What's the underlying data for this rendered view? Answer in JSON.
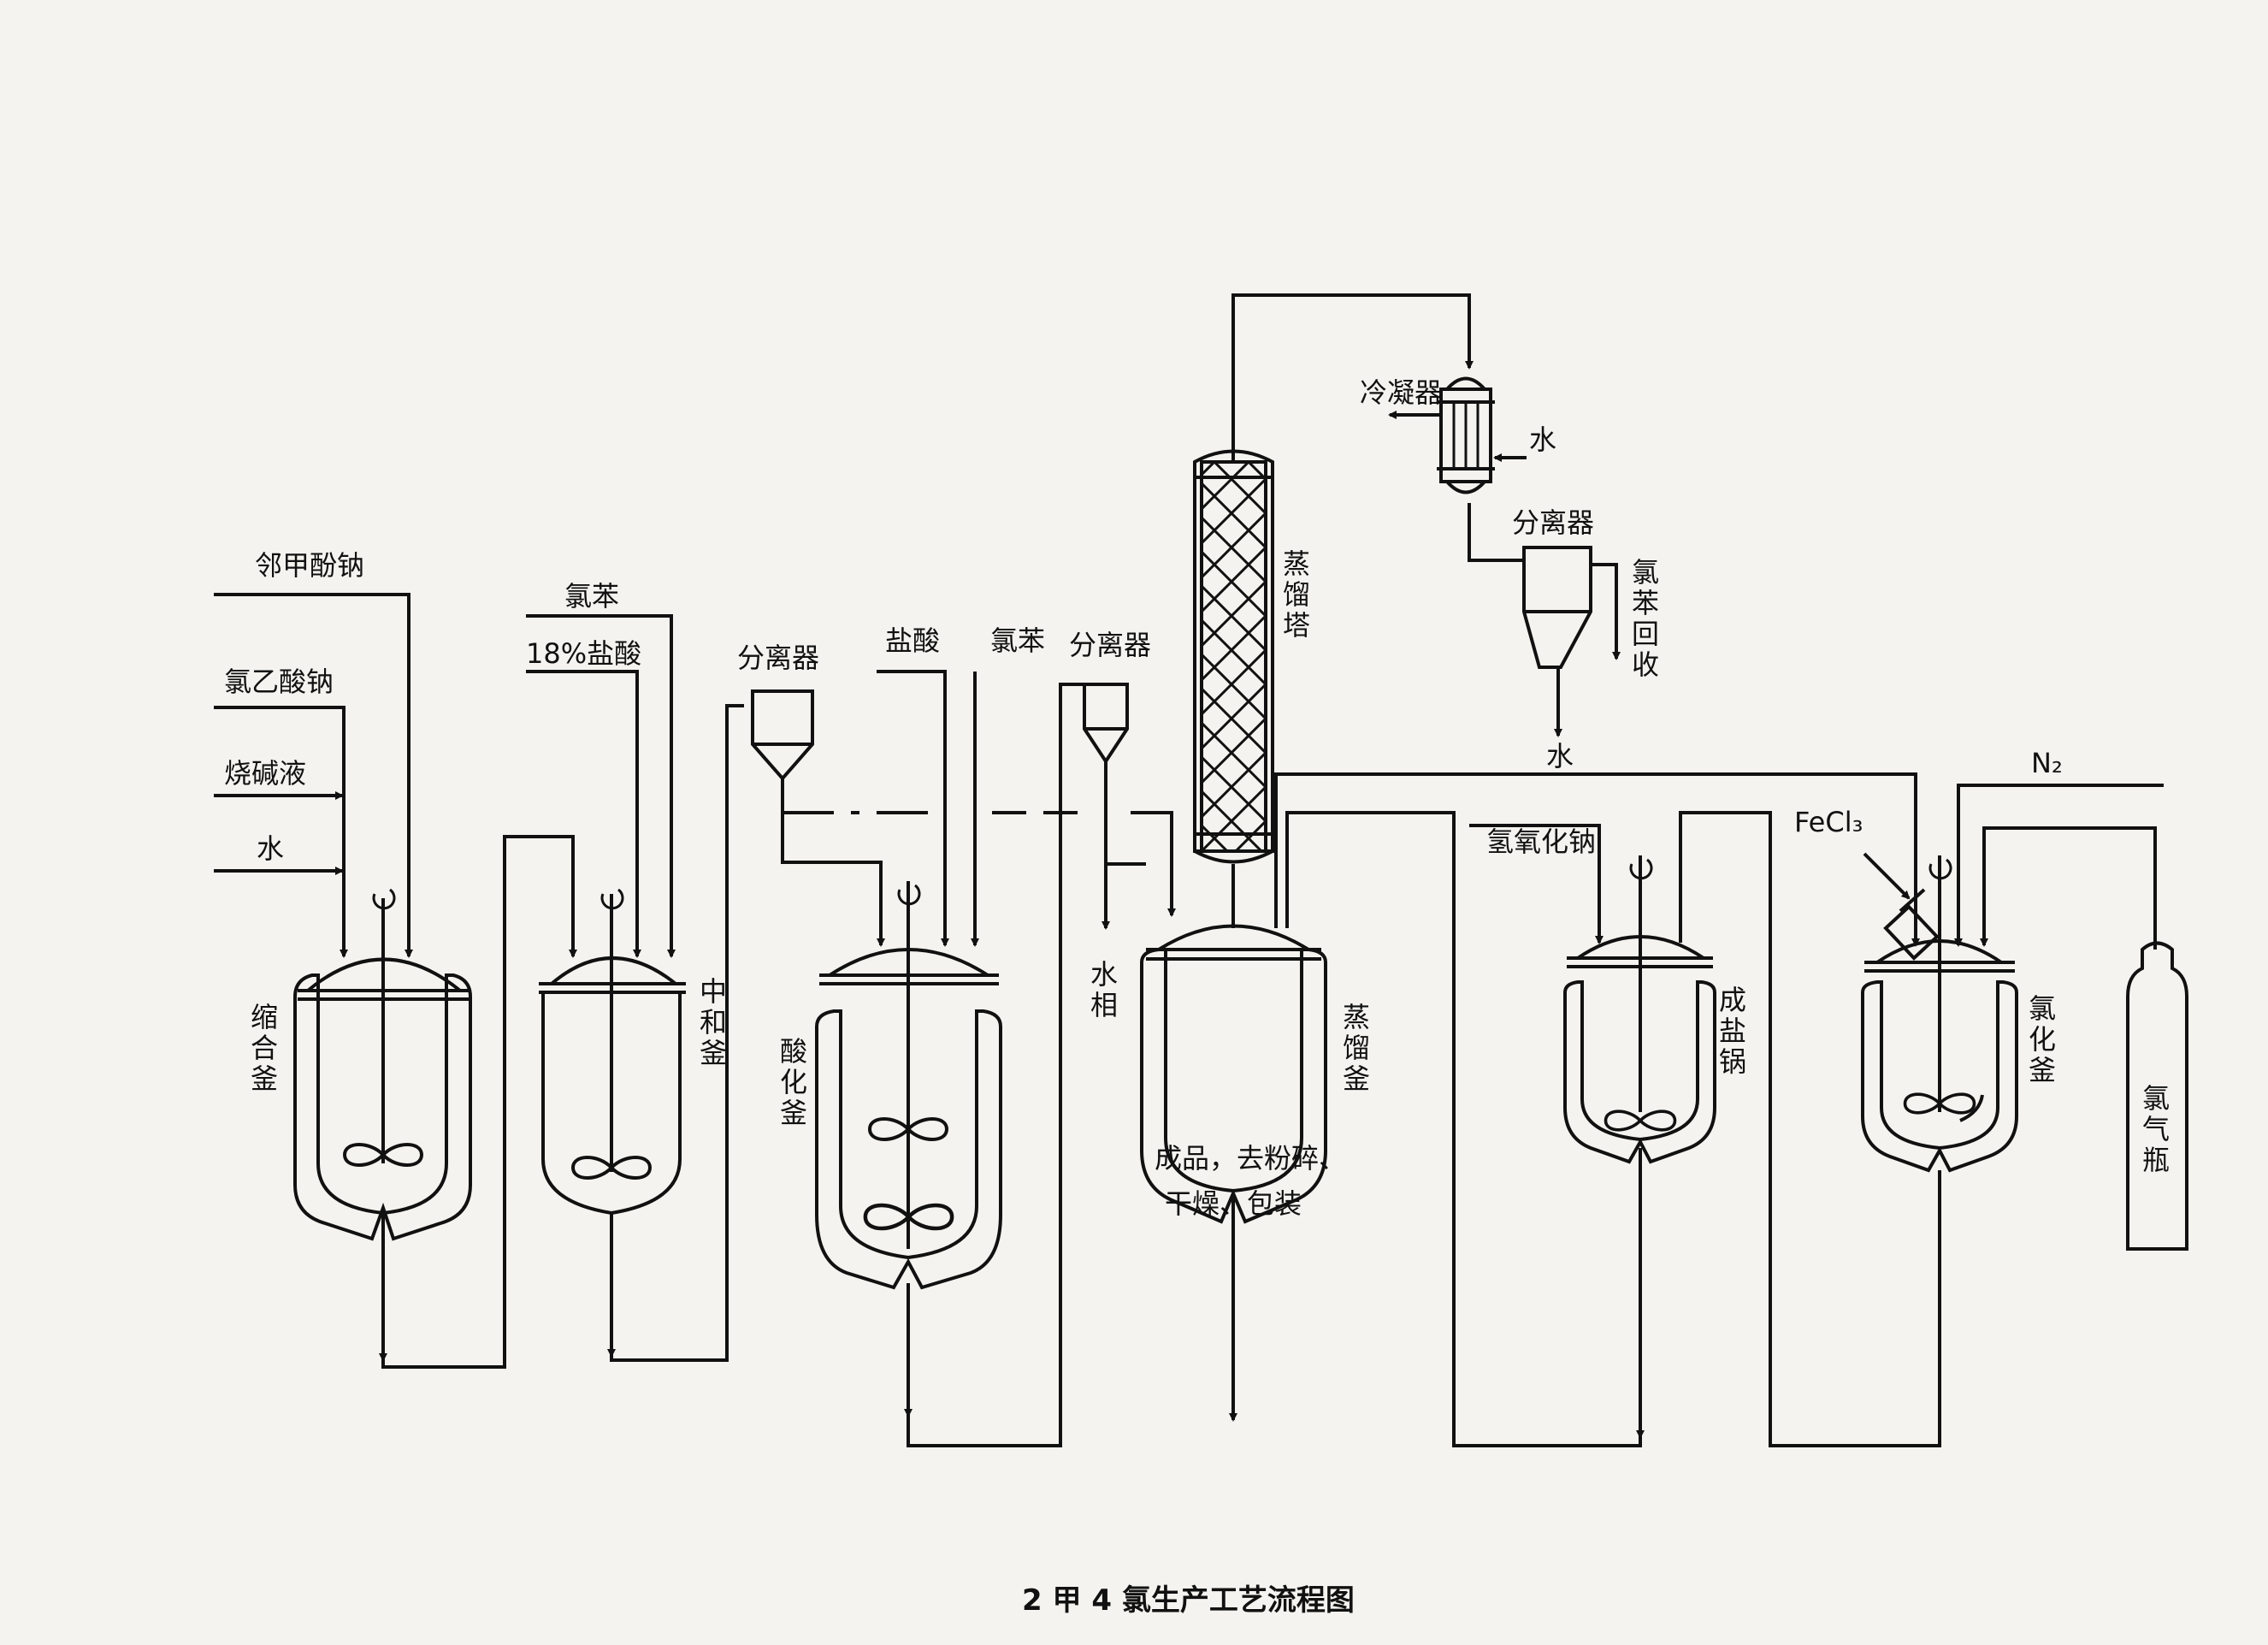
{
  "diagram": {
    "caption": "2 甲 4 氯生产工艺流程图",
    "inputs": {
      "sodium_cresolate": "邻甲酚钠",
      "sodium_chloroacetate": "氯乙酸钠",
      "caustic_soda": "烧碱液",
      "water_1": "水",
      "chlorobenzene_1": "氯苯",
      "hcl_18": "18%盐酸",
      "hcl": "盐酸",
      "chlorobenzene_2": "氯苯",
      "sodium_hydroxide": "氢氧化钠",
      "ferric_chloride": "FeCl₃",
      "nitrogen": "N₂",
      "cooling_water": "水"
    },
    "equipment": {
      "condensation_kettle": "缩合釜",
      "neutralization_kettle": "中和釜",
      "acidification_kettle": "酸化釜",
      "distillation_kettle": "蒸馏釜",
      "salt_kettle": "成盐锅",
      "chlorination_kettle": "氯化釜",
      "distillation_column": "蒸馏塔",
      "condenser": "冷凝器",
      "separator_1": "分离器",
      "separator_2": "分离器",
      "separator_3": "分离器",
      "chlorine_cylinder": "氯气瓶"
    },
    "outputs": {
      "water_phase": "水相",
      "water_out": "水",
      "chlorobenzene_recovery": "氯苯回收",
      "product_line1": "成品，去粉碎、",
      "product_line2": "干燥、包装"
    }
  }
}
